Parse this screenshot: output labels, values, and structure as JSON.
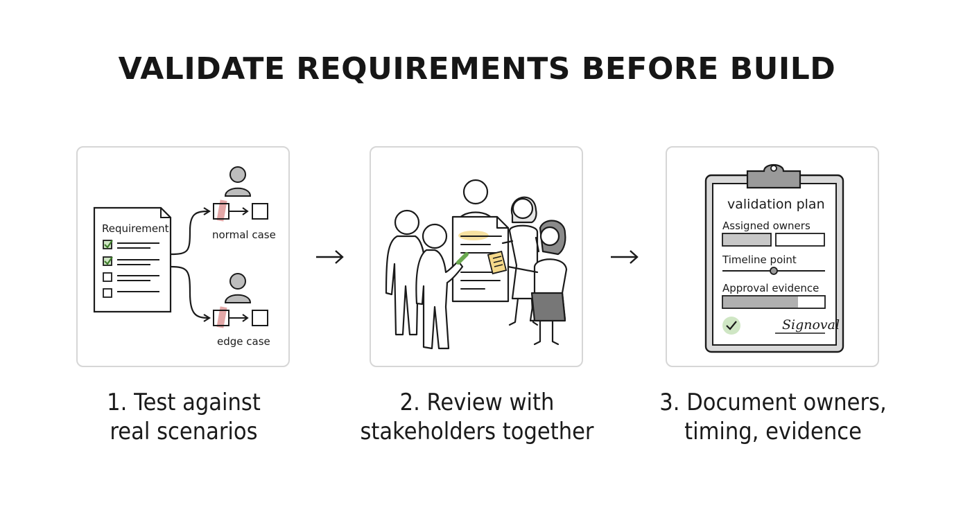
{
  "title": "VALIDATE REQUIREMENTS BEFORE BUILD",
  "steps": [
    {
      "caption_line1": "1. Test against",
      "caption_line2": "real scenarios",
      "doc_label": "Requirement",
      "scenario_normal": "normal case",
      "scenario_edge": "edge case",
      "icons": [
        "requirement-document-icon",
        "person-icon",
        "flow-box-icon"
      ]
    },
    {
      "caption_line1": "2. Review with",
      "caption_line2": "stakeholders together",
      "icons": [
        "stakeholders-group-illustration"
      ]
    },
    {
      "caption_line1": "3. Document owners,",
      "caption_line2": "timing, evidence",
      "clipboard_title": "validation plan",
      "field_owners": "Assigned owners",
      "field_timeline": "Timeline point",
      "field_evidence": "Approval evidence",
      "signature": "Signoval",
      "icons": [
        "clipboard-icon",
        "checkmark-icon"
      ]
    }
  ],
  "colors": {
    "accent_green": "#6aa84f",
    "highlight_red": "#d98a8a",
    "highlight_yellow": "#f5d98a",
    "card_border": "#d6d6d6"
  }
}
